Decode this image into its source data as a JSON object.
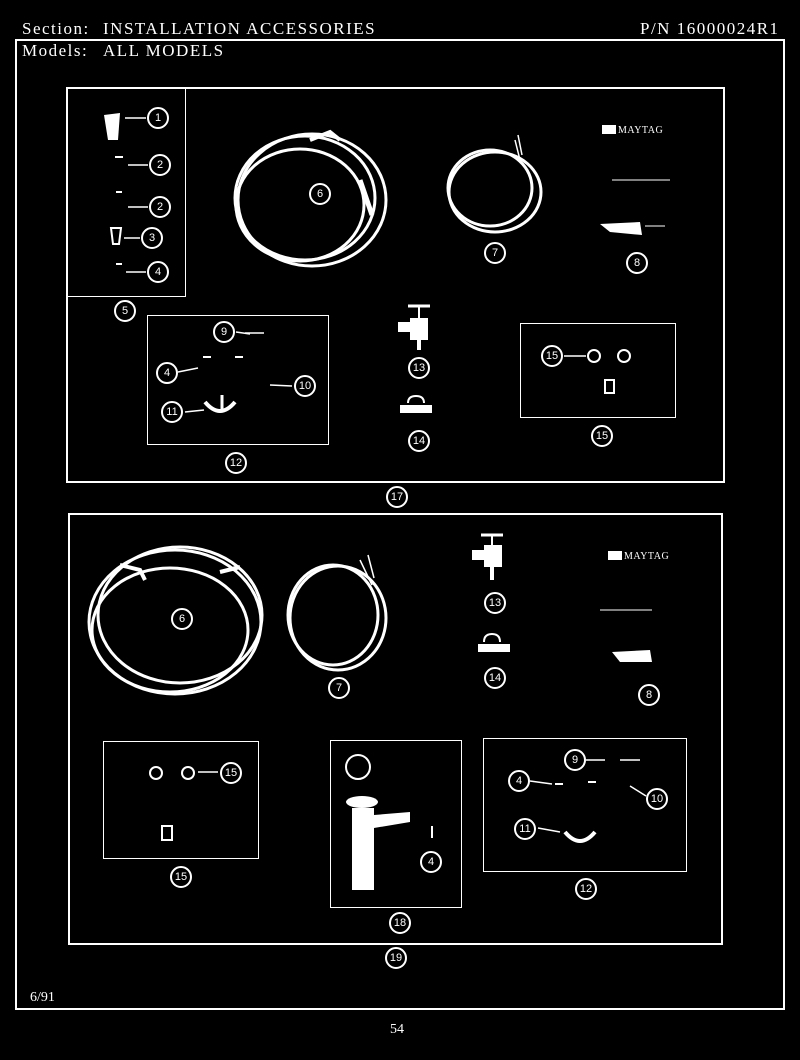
{
  "header": {
    "section_label": "Section:",
    "section_value": "INSTALLATION ACCESSORIES",
    "part_number": "P/N 16000024R1",
    "models_label": "Models:",
    "models_value": "ALL MODELS"
  },
  "footer": {
    "date": "6/91",
    "page_number": "54"
  },
  "brand": {
    "name": "MAYTAG"
  },
  "callouts_upper": [
    "1",
    "2",
    "2",
    "3",
    "4",
    "5",
    "6",
    "7",
    "8",
    "9",
    "4",
    "10",
    "11",
    "12",
    "13",
    "14",
    "15",
    "15",
    "17"
  ],
  "callouts_lower": [
    "6",
    "7",
    "13",
    "14",
    "8",
    "15",
    "15",
    "9",
    "4",
    "10",
    "11",
    "12",
    "4",
    "18",
    "19"
  ]
}
